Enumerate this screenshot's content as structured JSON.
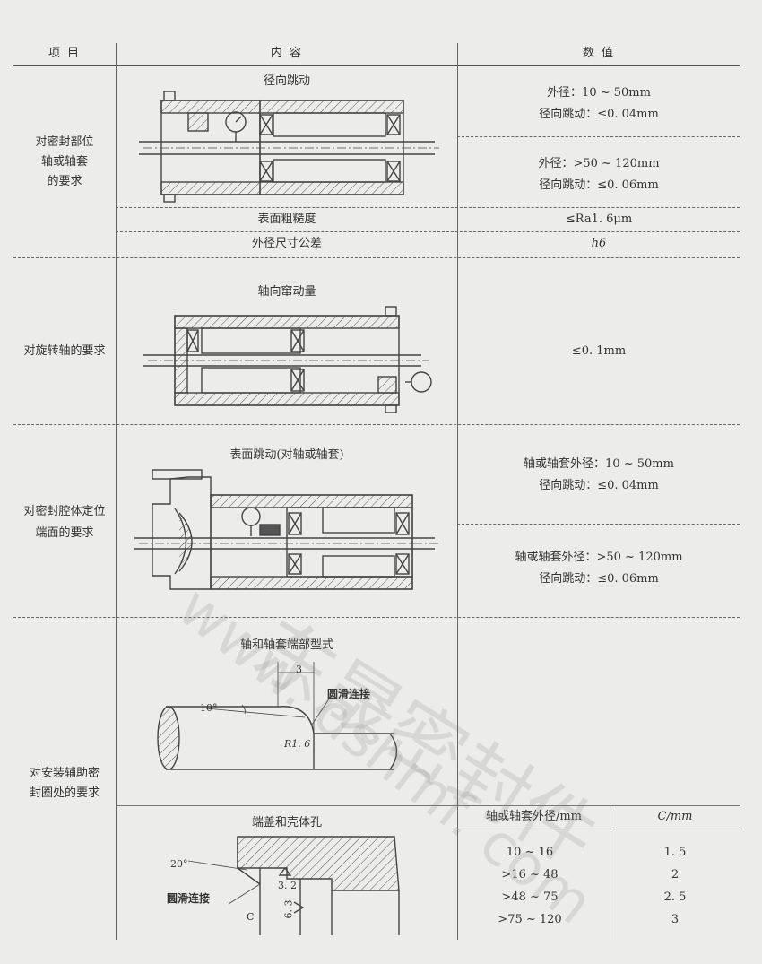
{
  "header": {
    "col1": "项  目",
    "col2": "内        容",
    "col3": "数        值"
  },
  "section1": {
    "item": [
      "对密封部位",
      "轴或轴套",
      "的要求"
    ],
    "figure_title": "径向跳动",
    "value_a": [
      "外径：10 ~ 50mm",
      "径向跳动：≤0. 04mm"
    ],
    "value_b": [
      "外径：>50 ~ 120mm",
      "径向跳动：≤0. 06mm"
    ],
    "row_roughness_label": "表面粗糙度",
    "row_roughness_value": "≤Ra1. 6μm",
    "row_tolerance_label": "外径尺寸公差",
    "row_tolerance_value": "h6"
  },
  "section2": {
    "item": "对旋转轴的要求",
    "figure_title": "轴向窜动量",
    "value": "≤0. 1mm"
  },
  "section3": {
    "item": [
      "对密封腔体定位",
      "端面的要求"
    ],
    "figure_title": "表面跳动(对轴或轴套)",
    "value_a": [
      "轴或轴套外径：10 ~ 50mm",
      "径向跳动：≤0. 04mm"
    ],
    "value_b": [
      "轴或轴套外径：>50 ~ 120mm",
      "径向跳动：≤0. 06mm"
    ]
  },
  "section4": {
    "item": [
      "对安装辅助密",
      "封圈处的要求"
    ],
    "figure1_title": "轴和轴套端部型式",
    "figure1_labels": {
      "dim": "3",
      "smooth": "圆滑连接",
      "angle": "10°",
      "radius": "R1. 6"
    },
    "figure2_title": "端盖和壳体孔",
    "figure2_labels": {
      "angle": "20°",
      "smooth": "圆滑连接",
      "rough1": "3. 2",
      "rough2": "6. 3",
      "c": "C"
    },
    "table_headers": [
      "轴或轴套外径/mm",
      "C/mm"
    ],
    "table_rows": [
      [
        "10 ~ 16",
        "1. 5"
      ],
      [
        ">16 ~ 48",
        "2"
      ],
      [
        ">48 ~ 75",
        "2. 5"
      ],
      [
        ">75 ~ 120",
        "3"
      ]
    ]
  },
  "watermark": [
    "东晟密封件",
    "www. dshmf. com"
  ]
}
